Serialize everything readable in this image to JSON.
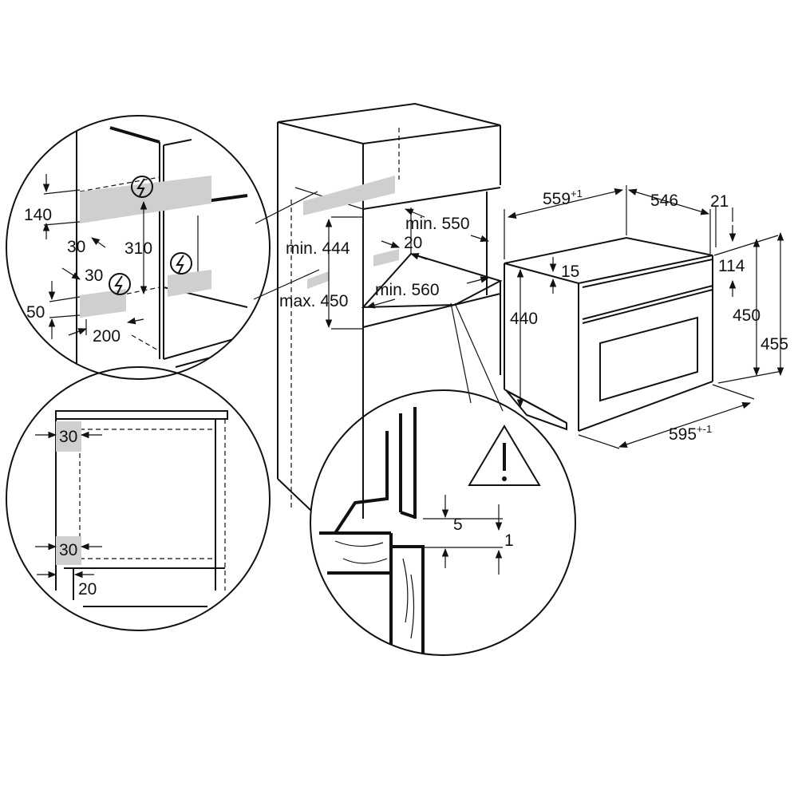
{
  "detail_top_left": {
    "labels": [
      "140",
      "30",
      "310",
      "30",
      "50",
      "200"
    ],
    "icons": [
      "electrical-hazard-icon",
      "electrical-hazard-icon",
      "electrical-hazard-icon"
    ]
  },
  "detail_bottom_left": {
    "labels": [
      "30",
      "30",
      "20"
    ]
  },
  "cabinet": {
    "labels": [
      "min. 550",
      "20",
      "min. 444",
      "min. 560",
      "max. 450"
    ]
  },
  "detail_bottom_center": {
    "labels": [
      "5",
      "1"
    ],
    "icons": [
      "warning-triangle-icon"
    ]
  },
  "oven": {
    "width_label": "559",
    "width_tolerance": "+1",
    "depth_label": "546",
    "offset_label": "21",
    "top_label": "15",
    "height_left_label": "440",
    "panel_label": "114",
    "height_front_label": "450",
    "height_total_label": "455",
    "front_width_label": "595",
    "front_width_tolerance": "+-1"
  },
  "colors": {
    "line": "#111111",
    "shade": "#cfcfcf",
    "background": "#ffffff"
  }
}
